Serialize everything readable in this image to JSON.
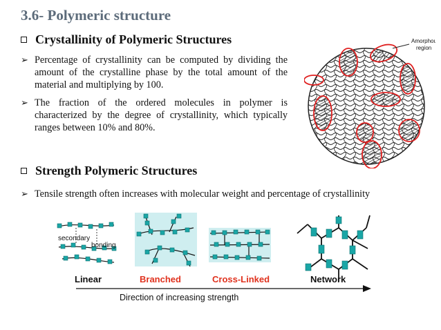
{
  "slide": {
    "title": "3.6-  Polymeric structure",
    "section1": {
      "heading": "Crystallinity of Polymeric Structures",
      "bullets": [
        "Percentage of crystallinity can be computed by dividing the amount of the crystalline phase by the total amount of the material and multiplying by 100.",
        "The fraction of the ordered molecules in polymer is characterized by the degree of crystallinity, which typically ranges between 10% and 80%."
      ]
    },
    "section2": {
      "heading": "Strength Polymeric Structures",
      "bullets": [
        "Tensile strength often increases with molecular weight and percentage of crystallinity"
      ]
    }
  },
  "crystal_figure": {
    "label_line1": "Amorphous",
    "label_line2": "region",
    "highlight_color": "#e02020"
  },
  "chain_diagram": {
    "secondary_label_1": "secondary",
    "secondary_label_2": "bonding",
    "types": [
      {
        "name": "Linear",
        "color": "#111111"
      },
      {
        "name": "Branched",
        "color": "#e0321e"
      },
      {
        "name": "Cross-Linked",
        "color": "#e0321e"
      },
      {
        "name": "Network",
        "color": "#111111"
      }
    ],
    "arrow_label": "Direction of increasing strength",
    "bead_color": "#1aa6a6"
  }
}
